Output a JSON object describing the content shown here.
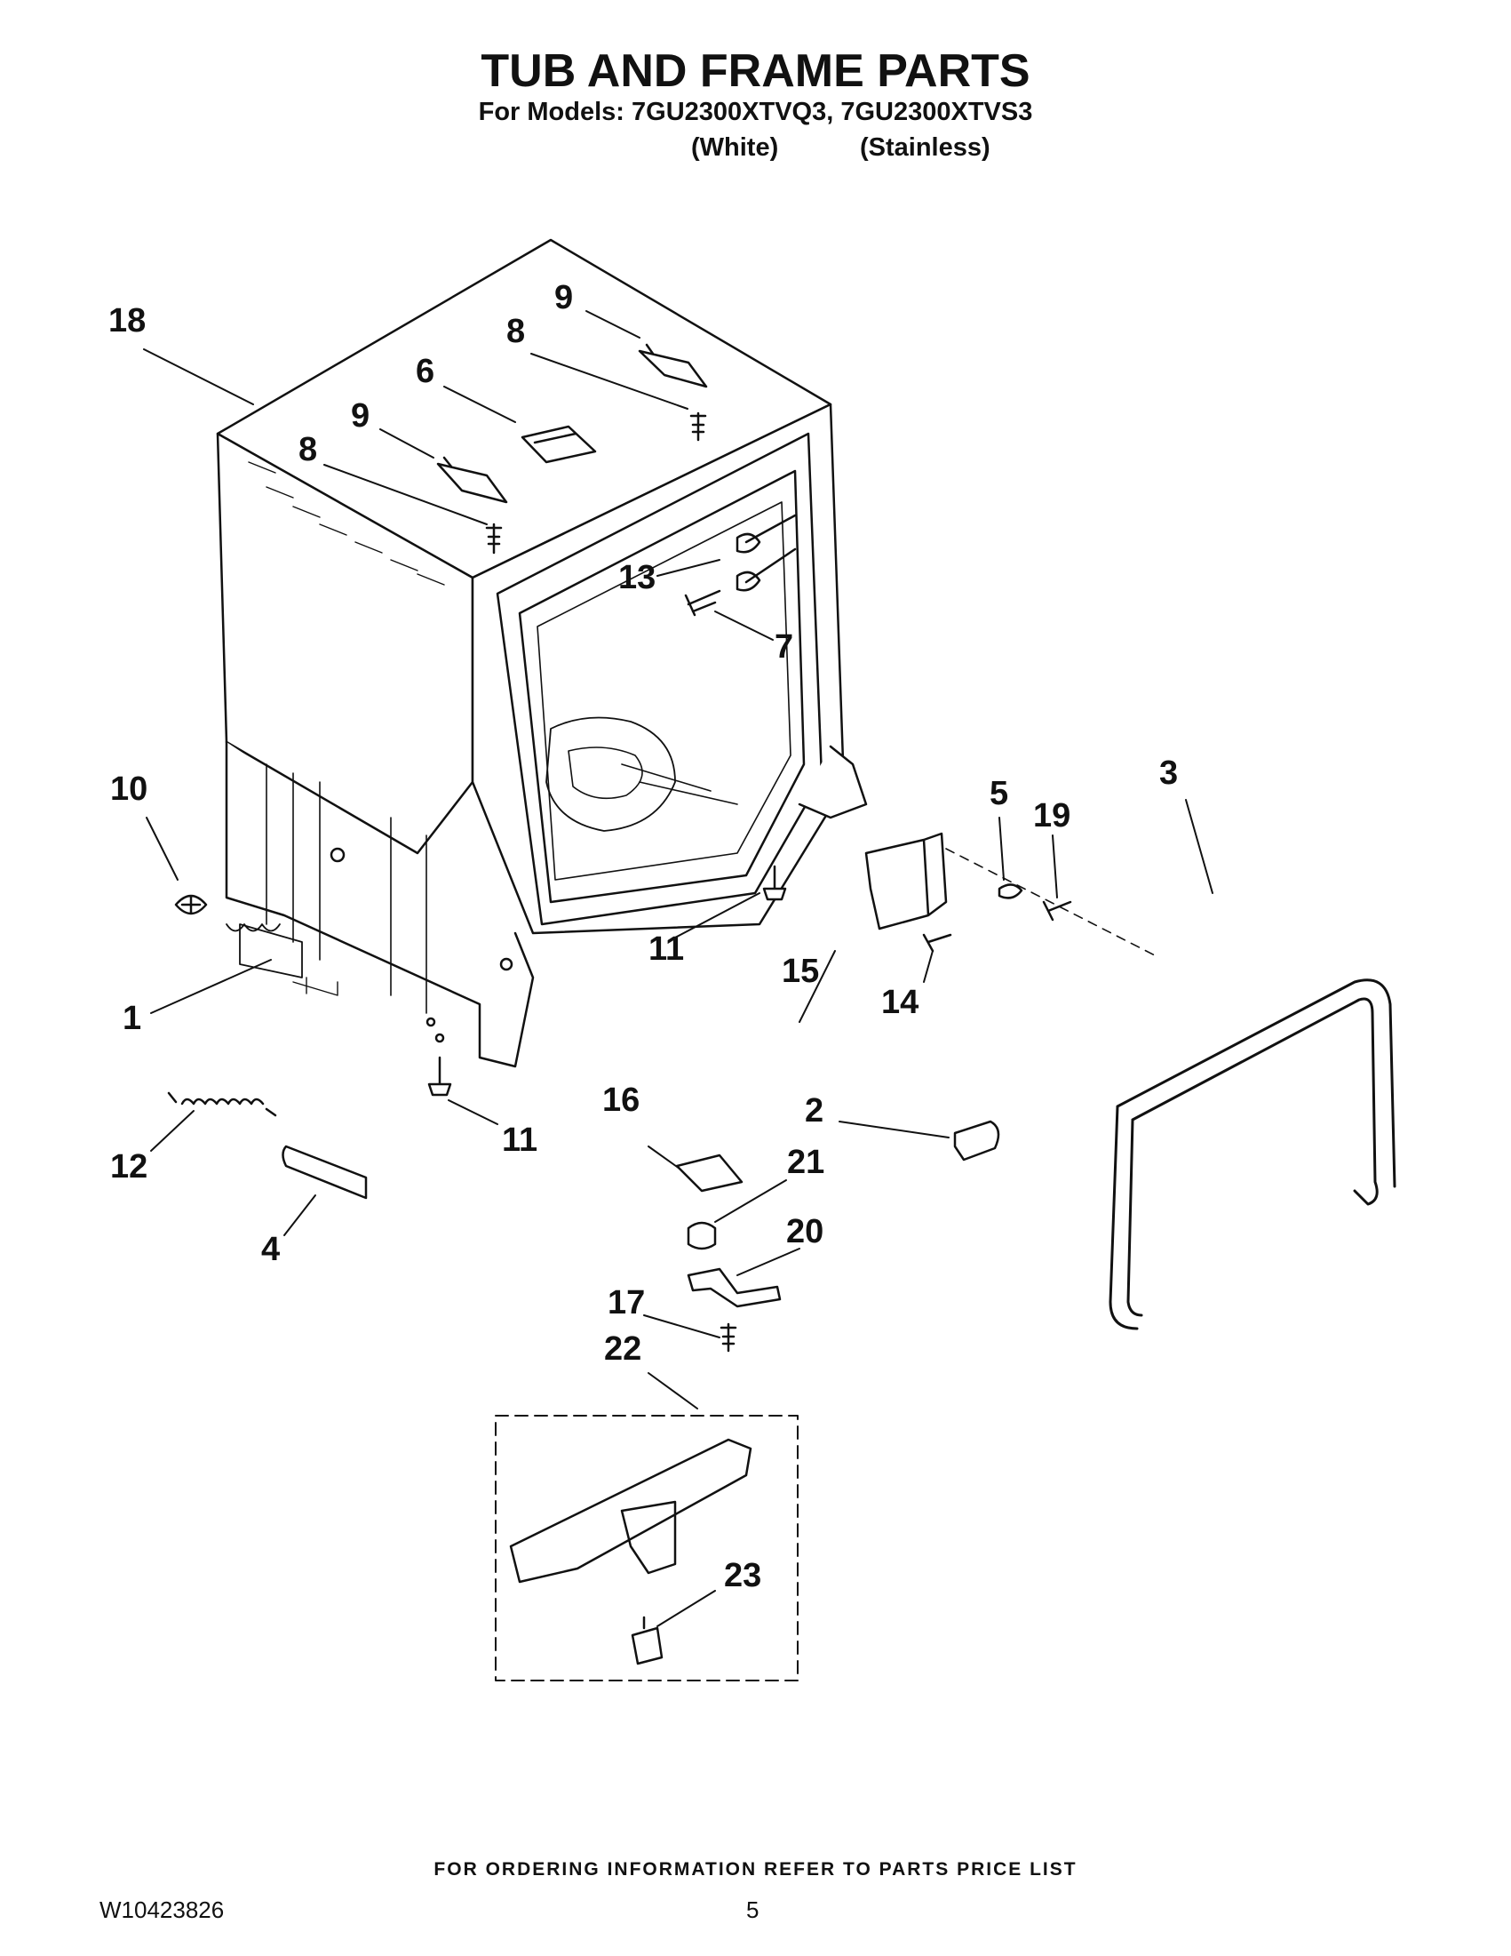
{
  "header": {
    "title": "TUB AND FRAME PARTS",
    "models_line": "For Models: 7GU2300XTVQ3, 7GU2300XTVS3",
    "variant_white": "(White)",
    "variant_stainless": "(Stainless)"
  },
  "callouts": {
    "c1": "1",
    "c2": "2",
    "c3": "3",
    "c4": "4",
    "c5": "5",
    "c6": "6",
    "c7": "7",
    "c8a": "8",
    "c8b": "8",
    "c9a": "9",
    "c9b": "9",
    "c10": "10",
    "c11a": "11",
    "c11b": "11",
    "c12": "12",
    "c13": "13",
    "c14": "14",
    "c15": "15",
    "c16": "16",
    "c17": "17",
    "c18": "18",
    "c19": "19",
    "c20": "20",
    "c21": "21",
    "c22": "22",
    "c23": "23"
  },
  "footer": {
    "ordering_note": "FOR ORDERING INFORMATION REFER TO PARTS PRICE LIST",
    "document_number": "W10423826",
    "page_number": "5"
  }
}
